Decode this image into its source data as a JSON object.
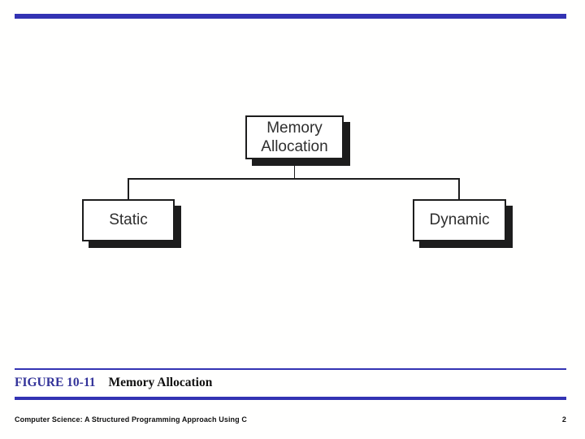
{
  "colors": {
    "accent_bar": "#3333B3",
    "figure_label_blue": "#333399",
    "box_border": "#1D1D1D",
    "box_shadow": "#1D1D1D",
    "box_text": "#2E2E2E"
  },
  "diagram": {
    "type": "tree",
    "root": {
      "line1": "Memory",
      "line2": "Allocation"
    },
    "children": [
      {
        "label": "Static"
      },
      {
        "label": "Dynamic"
      }
    ],
    "edges": [
      [
        "Memory Allocation",
        "Static"
      ],
      [
        "Memory Allocation",
        "Dynamic"
      ]
    ]
  },
  "caption": {
    "label": "FIGURE 10-11",
    "title": "Memory Allocation"
  },
  "footer": {
    "book": "Computer Science: A Structured Programming Approach Using C",
    "page": "2"
  }
}
